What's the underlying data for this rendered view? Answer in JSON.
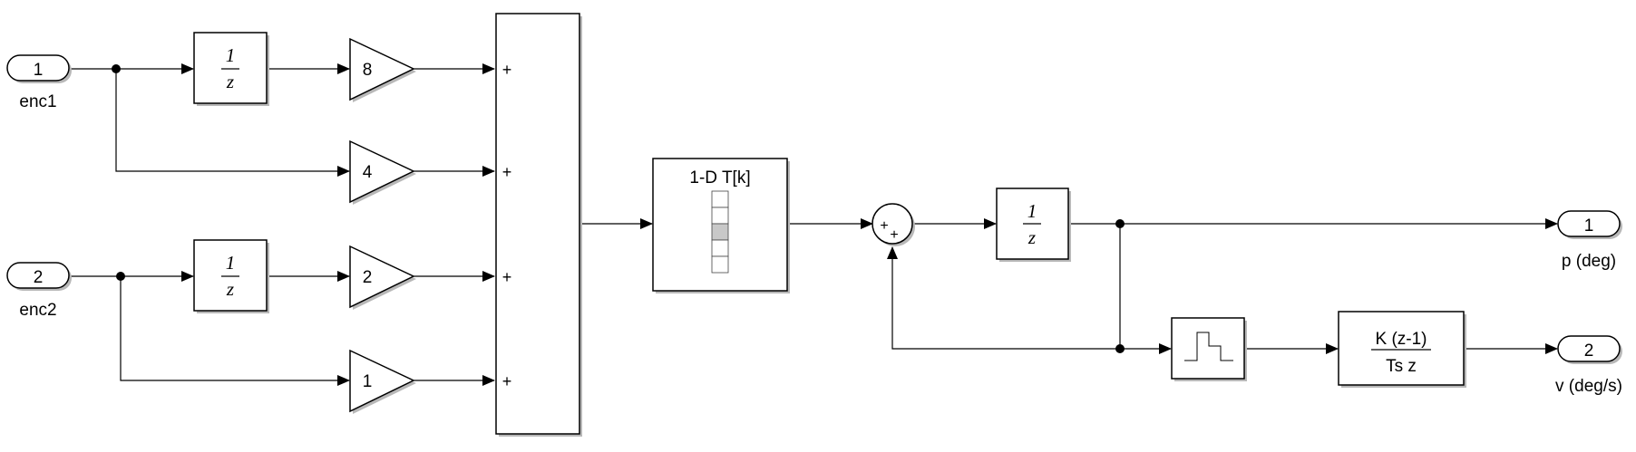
{
  "inports": [
    {
      "number": "1",
      "name": "enc1"
    },
    {
      "number": "2",
      "name": "enc2"
    }
  ],
  "delays": [
    {
      "num": "1",
      "den": "z"
    },
    {
      "num": "1",
      "den": "z"
    },
    {
      "num": "1",
      "den": "z"
    }
  ],
  "gains": [
    "8",
    "4",
    "2",
    "1"
  ],
  "sum_signs": [
    "+",
    "+",
    "+",
    "+"
  ],
  "lookup": {
    "title": "1-D T[k]"
  },
  "sum2_signs": [
    "+",
    "+"
  ],
  "outports": [
    {
      "number": "1",
      "name": "p (deg)"
    },
    {
      "number": "2",
      "name": "v (deg/s)"
    }
  ],
  "derivative": {
    "num": "K (z-1)",
    "den": "Ts z"
  }
}
